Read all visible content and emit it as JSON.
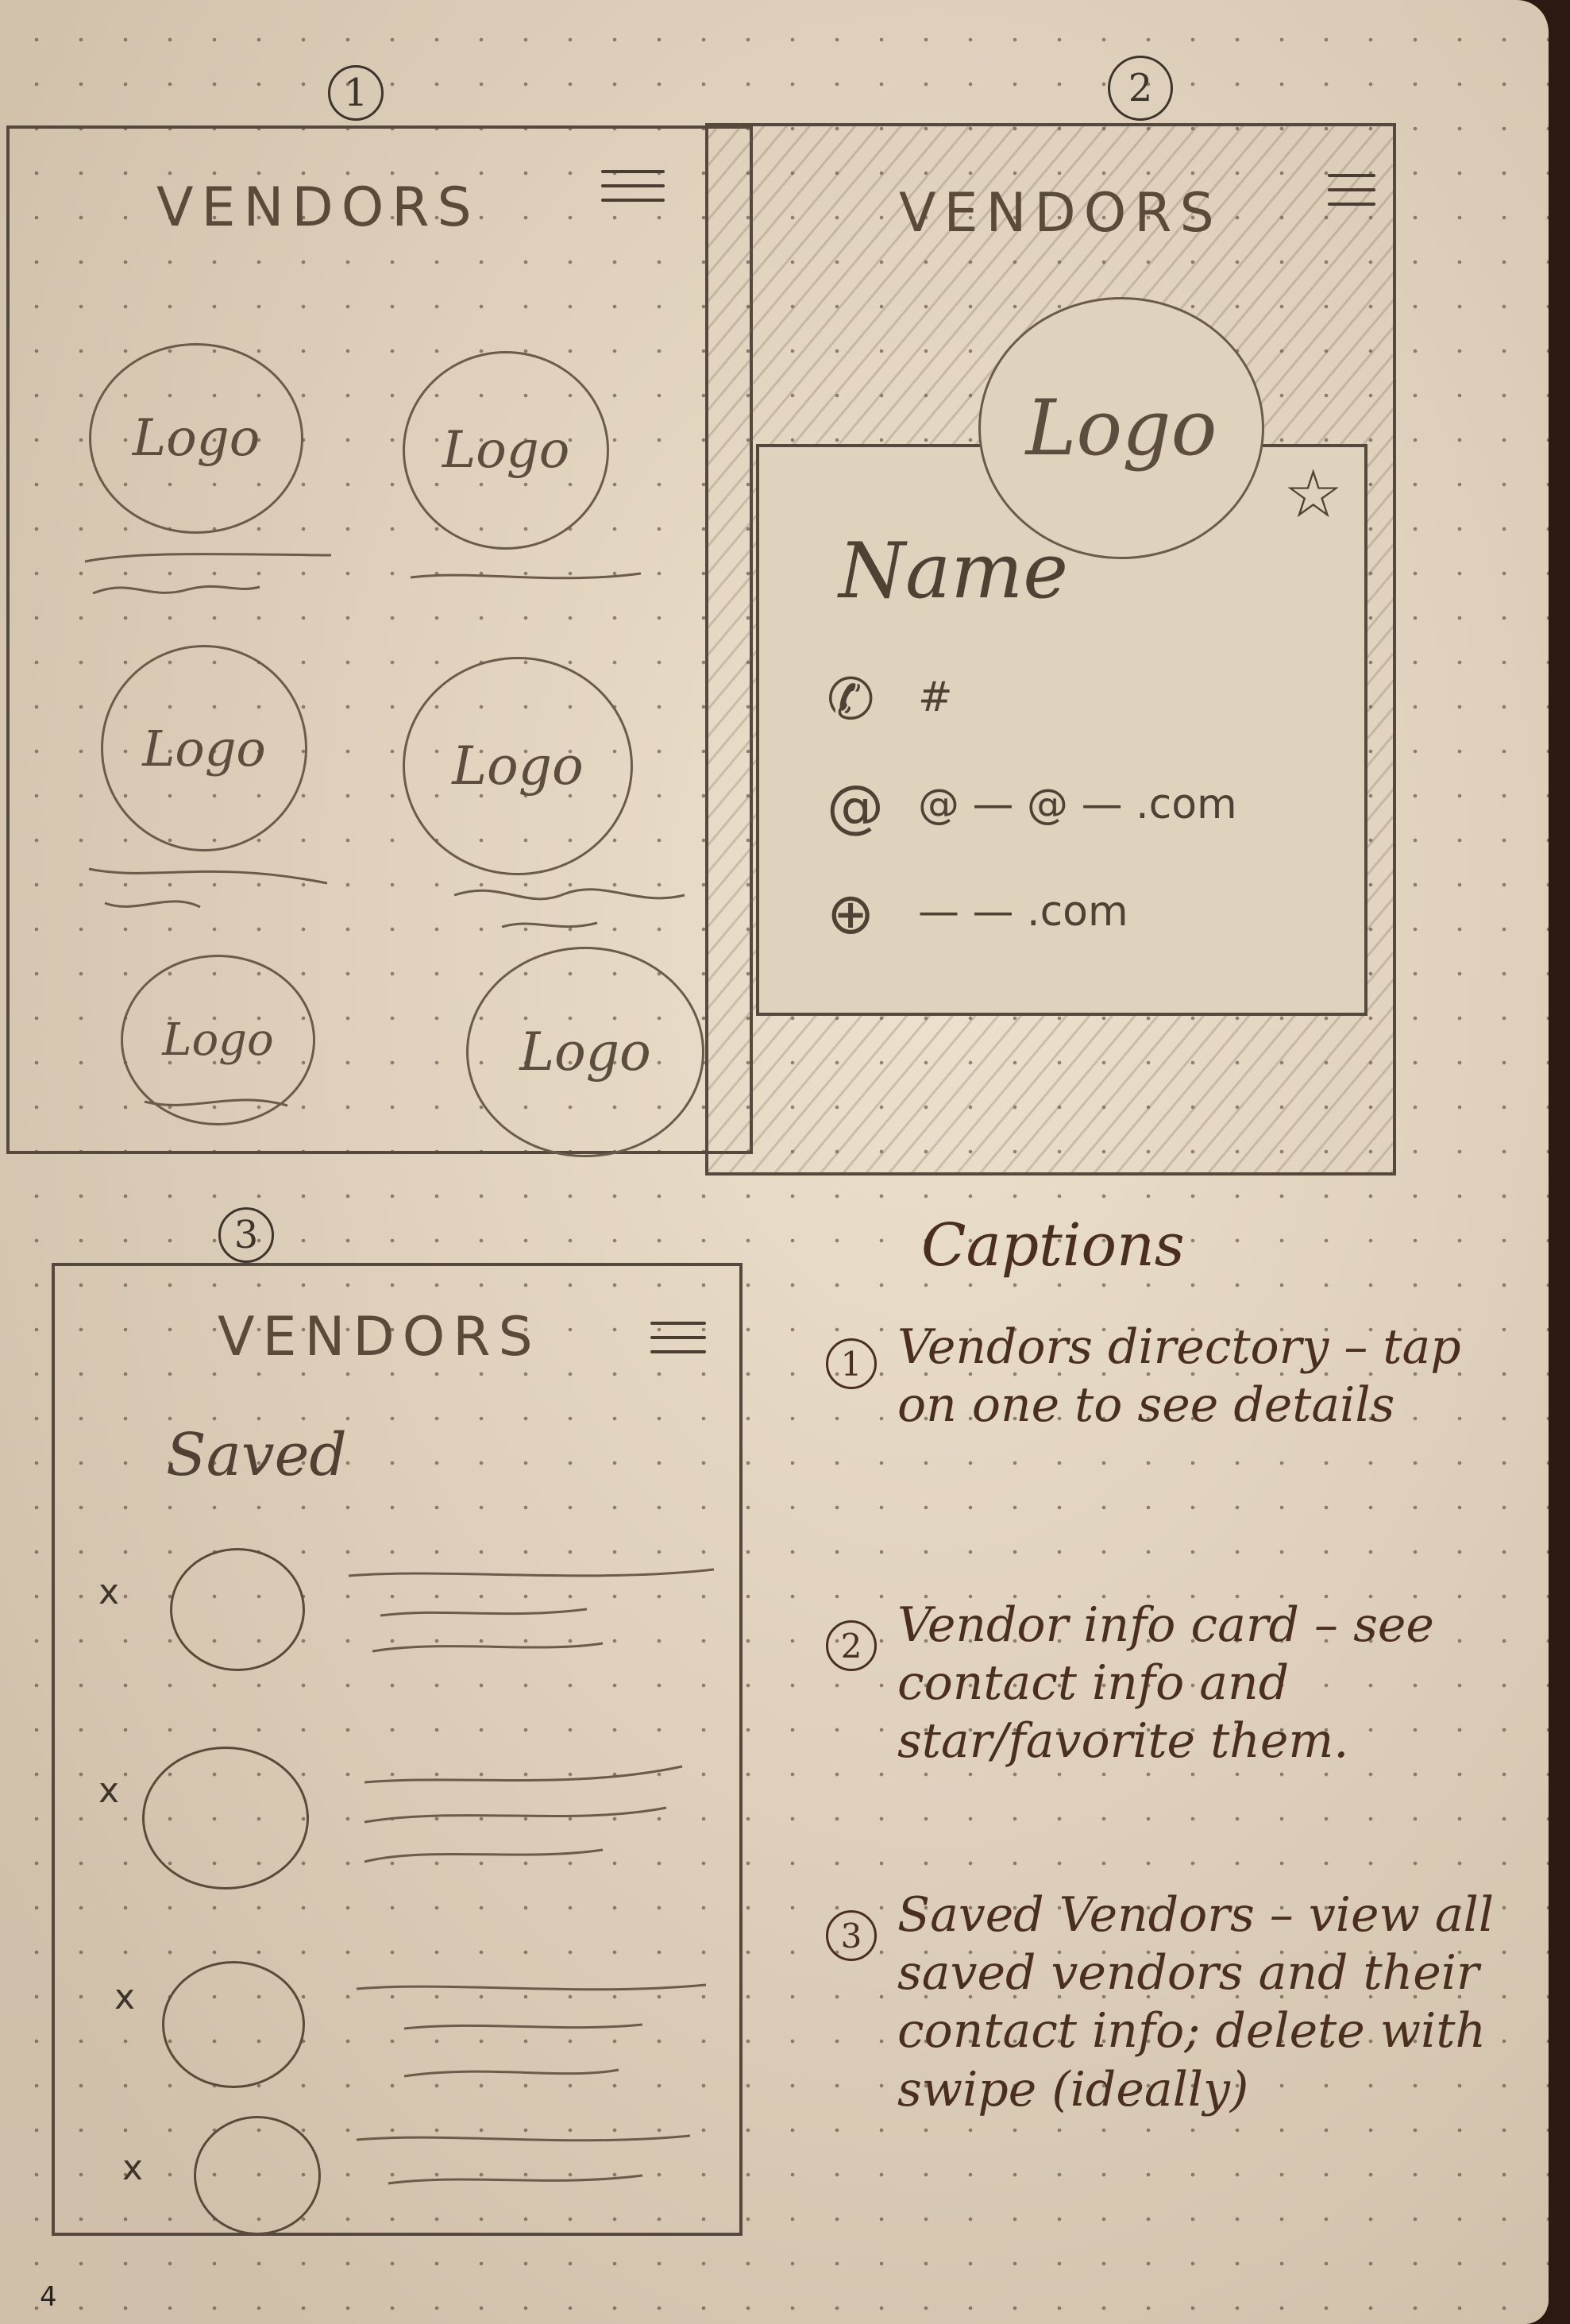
{
  "panels": [
    {
      "number": "1",
      "title": "VENDORS",
      "logos": [
        "Logo",
        "Logo",
        "Logo",
        "Logo",
        "Logo",
        "Logo"
      ]
    },
    {
      "number": "2",
      "title": "VENDORS",
      "logo": "Logo",
      "card": {
        "name": "Name",
        "phone": "#",
        "email": "@ — @ — .com",
        "web": "— — .com"
      }
    },
    {
      "number": "3",
      "title": "VENDORS",
      "section": "Saved",
      "remove_mark": "x"
    }
  ],
  "captions": {
    "title": "Captions",
    "items": [
      {
        "number": "1",
        "text": "Vendors directory – tap on one to see details"
      },
      {
        "number": "2",
        "text": "Vendor info card – see contact info and star/favorite them."
      },
      {
        "number": "3",
        "text": "Saved Vendors – view all saved vendors and their contact info; delete with swipe (ideally)"
      }
    ]
  },
  "page_number": "4"
}
